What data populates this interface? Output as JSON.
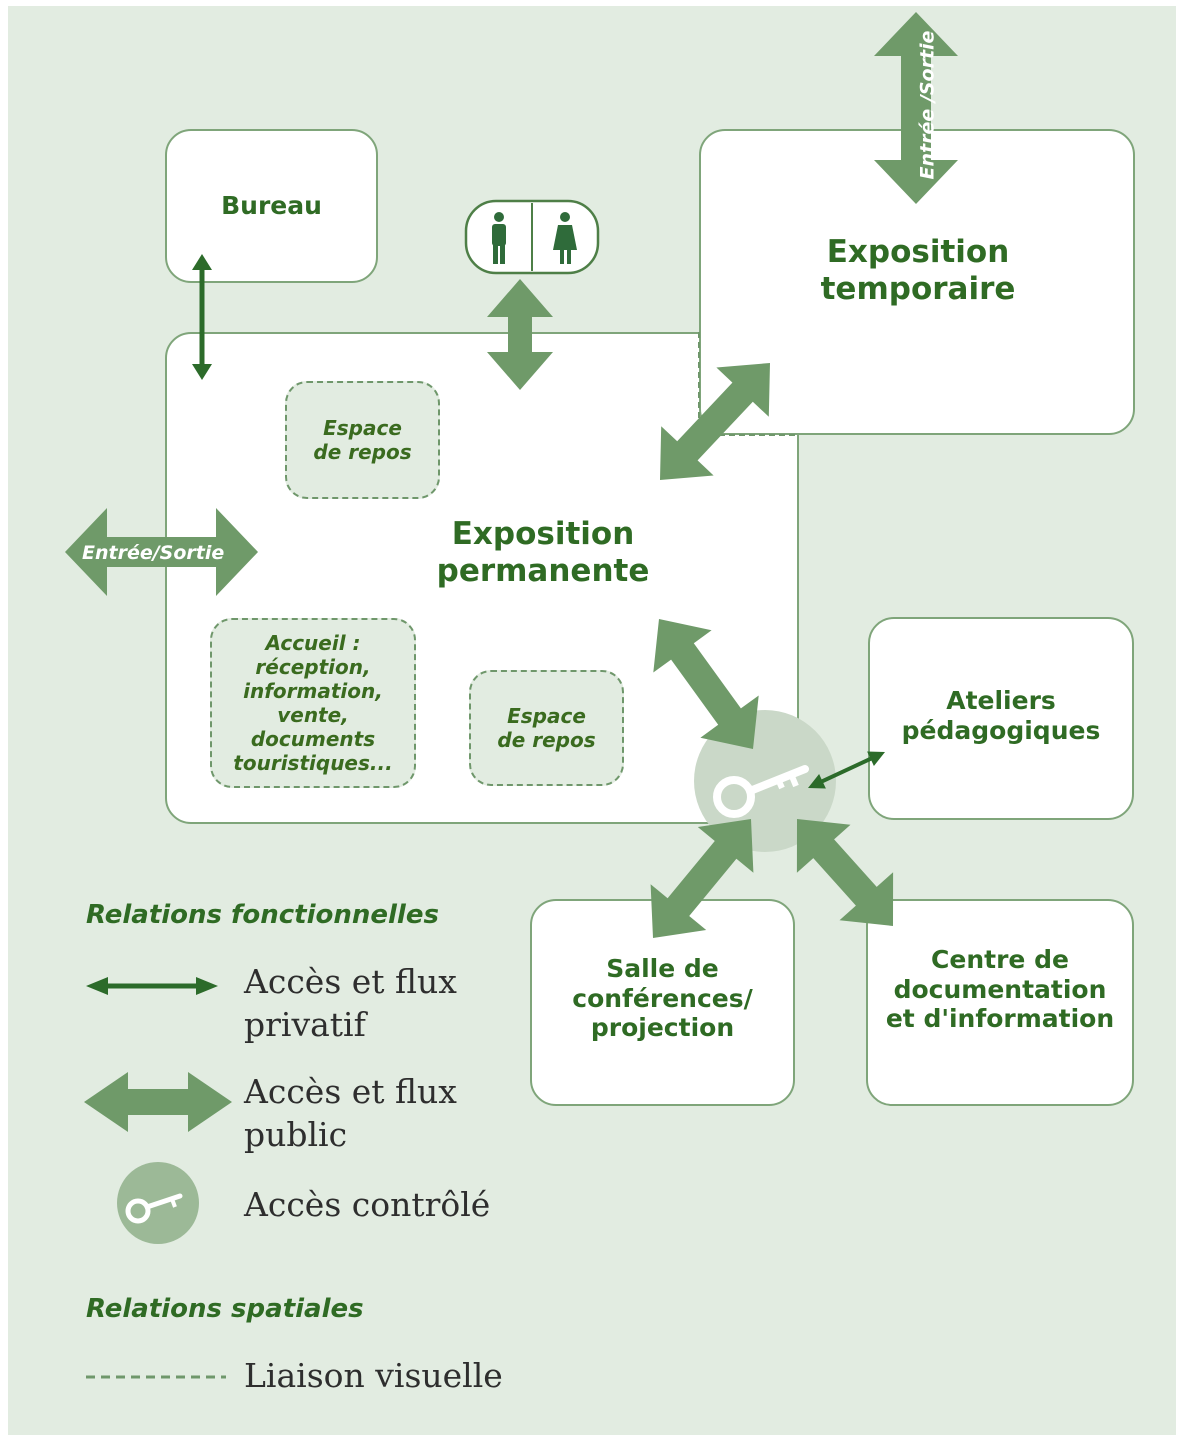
{
  "spaces": {
    "bureau": "Bureau",
    "expo_temporaire": "Exposition\ntemporaire",
    "expo_permanente": "Exposition\npermanente",
    "espace_repos_1": "Espace\nde repos",
    "espace_repos_2": "Espace\nde repos",
    "accueil": "Accueil :\nréception,\ninformation,\nvente,\ndocuments\ntouristiques...",
    "ateliers": "Ateliers\npédagogiques",
    "salle_conferences": "Salle de\nconférences/\nprojection",
    "centre_documentation": "Centre de\ndocumentation\net d'information"
  },
  "arrow_labels": {
    "entree_sortie_left": "Entrée/Sortie",
    "entree_sortie_top": "Entrée /Sortie"
  },
  "icons": {
    "toilets": [
      "man-icon",
      "woman-icon"
    ],
    "controlled_access": "key-icon"
  },
  "legend": {
    "functional_title": "Relations fonctionnelles",
    "private_access": "Accès et flux\nprivatif",
    "public_access": "Accès et flux\npublic",
    "controlled_access": "Accès contrôlé",
    "spatial_title": "Relations spatiales",
    "visual_link": "Liaison visuelle"
  },
  "colors": {
    "background": "#e2ece1",
    "public_arrow": "#6f9a69",
    "private_arrow": "#2c6b2a",
    "title_text": "#2f6b24",
    "box_border": "#7fa57a"
  }
}
